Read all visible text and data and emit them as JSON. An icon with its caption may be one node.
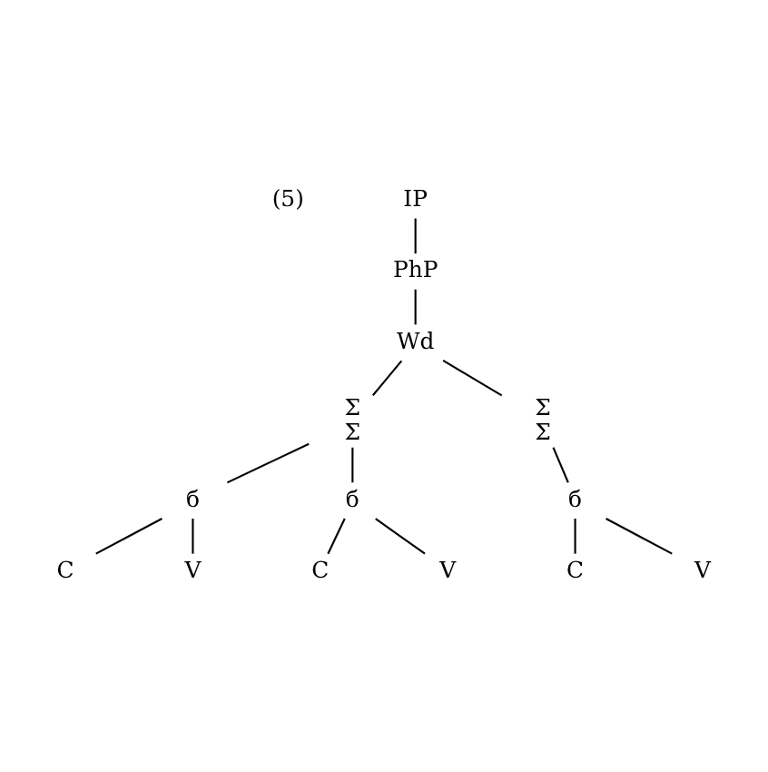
{
  "diagram": {
    "nodes": [
      {
        "text": [
          "IP"
        ]
      },
      {
        "text": [
          "PhP"
        ]
      },
      {
        "text": [
          "Wd"
        ]
      },
      {
        "text": [
          "Σ",
          "Σ"
        ]
      },
      {
        "text": [
          "Σ",
          "Σ"
        ]
      },
      {
        "text": [
          "б"
        ]
      },
      {
        "text": [
          "б"
        ]
      },
      {
        "text": [
          "б"
        ]
      },
      {
        "text": [
          "C"
        ]
      },
      {
        "text": [
          "V"
        ]
      },
      {
        "text": [
          "C"
        ]
      },
      {
        "text": [
          "V"
        ]
      },
      {
        "text": [
          "C"
        ]
      },
      {
        "text": [
          "V"
        ]
      }
    ],
    "edges": [
      {
        "from": 0,
        "to": 1,
        "arrow": "none"
      },
      {
        "from": 1,
        "to": 2,
        "arrow": "none"
      },
      {
        "from": 2,
        "to": 3,
        "arrow": "none"
      },
      {
        "from": 2,
        "to": 4,
        "arrow": "none"
      },
      {
        "from": 3,
        "to": 5,
        "arrow": "none"
      },
      {
        "from": 3,
        "to": 6,
        "arrow": "none"
      },
      {
        "from": 4,
        "to": 7,
        "arrow": "none"
      },
      {
        "from": 5,
        "to": 8,
        "arrow": "none"
      },
      {
        "from": 5,
        "to": 9,
        "arrow": "none"
      },
      {
        "from": 6,
        "to": 10,
        "arrow": "none"
      },
      {
        "from": 6,
        "to": 11,
        "arrow": "none"
      },
      {
        "from": 7,
        "to": 12,
        "arrow": "none"
      },
      {
        "from": 7,
        "to": 13,
        "arrow": "none"
      }
    ],
    "labels": [
      "(5)"
    ]
  }
}
